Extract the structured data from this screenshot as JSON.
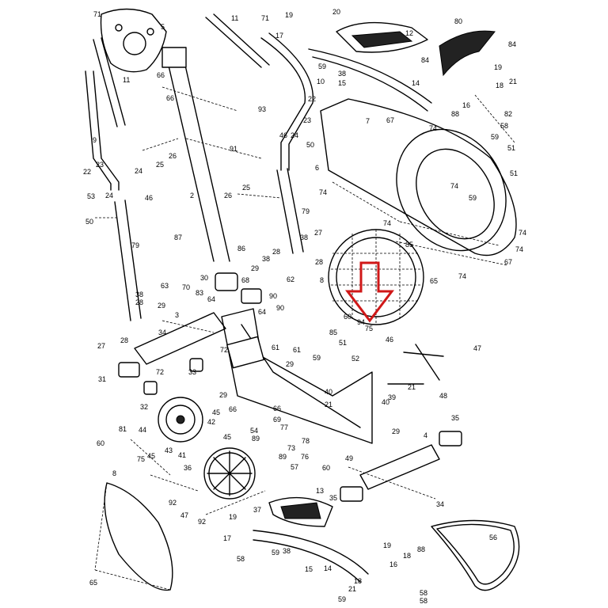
{
  "callout_labels": [
    {
      "text": "71"
    },
    {
      "text": "5"
    },
    {
      "text": "11"
    },
    {
      "text": "71"
    },
    {
      "text": "19"
    },
    {
      "text": "20"
    },
    {
      "text": "12"
    },
    {
      "text": "80"
    },
    {
      "text": "84"
    },
    {
      "text": "84"
    },
    {
      "text": "17"
    },
    {
      "text": "59"
    },
    {
      "text": "66"
    },
    {
      "text": "66"
    },
    {
      "text": "11"
    },
    {
      "text": "10"
    },
    {
      "text": "38"
    },
    {
      "text": "15"
    },
    {
      "text": "14"
    },
    {
      "text": "19"
    },
    {
      "text": "18"
    },
    {
      "text": "21"
    },
    {
      "text": "16"
    },
    {
      "text": "82"
    },
    {
      "text": "88"
    },
    {
      "text": "58"
    },
    {
      "text": "9"
    },
    {
      "text": "93"
    },
    {
      "text": "22"
    },
    {
      "text": "23"
    },
    {
      "text": "7"
    },
    {
      "text": "67"
    },
    {
      "text": "74"
    },
    {
      "text": "59"
    },
    {
      "text": "51"
    },
    {
      "text": "91"
    },
    {
      "text": "46"
    },
    {
      "text": "24"
    },
    {
      "text": "50"
    },
    {
      "text": "25"
    },
    {
      "text": "26"
    },
    {
      "text": "24"
    },
    {
      "text": "22"
    },
    {
      "text": "23"
    },
    {
      "text": "6"
    },
    {
      "text": "51"
    },
    {
      "text": "53"
    },
    {
      "text": "24"
    },
    {
      "text": "46"
    },
    {
      "text": "2"
    },
    {
      "text": "26"
    },
    {
      "text": "25"
    },
    {
      "text": "74"
    },
    {
      "text": "74"
    },
    {
      "text": "59"
    },
    {
      "text": "79"
    },
    {
      "text": "50"
    },
    {
      "text": "74"
    },
    {
      "text": "87"
    },
    {
      "text": "86"
    },
    {
      "text": "38"
    },
    {
      "text": "27"
    },
    {
      "text": "79"
    },
    {
      "text": "28"
    },
    {
      "text": "29"
    },
    {
      "text": "38"
    },
    {
      "text": "28"
    },
    {
      "text": "85"
    },
    {
      "text": "74"
    },
    {
      "text": "74"
    },
    {
      "text": "30"
    },
    {
      "text": "68"
    },
    {
      "text": "62"
    },
    {
      "text": "8"
    },
    {
      "text": "65"
    },
    {
      "text": "74"
    },
    {
      "text": "67"
    },
    {
      "text": "63"
    },
    {
      "text": "70"
    },
    {
      "text": "83"
    },
    {
      "text": "64"
    },
    {
      "text": "90"
    },
    {
      "text": "38"
    },
    {
      "text": "29"
    },
    {
      "text": "90"
    },
    {
      "text": "28"
    },
    {
      "text": "3"
    },
    {
      "text": "64"
    },
    {
      "text": "60"
    },
    {
      "text": "94"
    },
    {
      "text": "75"
    },
    {
      "text": "46"
    },
    {
      "text": "27"
    },
    {
      "text": "28"
    },
    {
      "text": "34"
    },
    {
      "text": "72"
    },
    {
      "text": "61"
    },
    {
      "text": "61"
    },
    {
      "text": "85"
    },
    {
      "text": "51"
    },
    {
      "text": "47"
    },
    {
      "text": "52"
    },
    {
      "text": "31"
    },
    {
      "text": "72"
    },
    {
      "text": "33"
    },
    {
      "text": "29"
    },
    {
      "text": "59"
    },
    {
      "text": "40"
    },
    {
      "text": "21"
    },
    {
      "text": "32"
    },
    {
      "text": "29"
    },
    {
      "text": "66"
    },
    {
      "text": "40"
    },
    {
      "text": "39"
    },
    {
      "text": "48"
    },
    {
      "text": "42"
    },
    {
      "text": "45"
    },
    {
      "text": "69"
    },
    {
      "text": "66"
    },
    {
      "text": "21"
    },
    {
      "text": "35"
    },
    {
      "text": "60"
    },
    {
      "text": "81"
    },
    {
      "text": "44"
    },
    {
      "text": "45"
    },
    {
      "text": "89"
    },
    {
      "text": "54"
    },
    {
      "text": "77"
    },
    {
      "text": "78"
    },
    {
      "text": "29"
    },
    {
      "text": "4"
    },
    {
      "text": "75"
    },
    {
      "text": "45"
    },
    {
      "text": "43"
    },
    {
      "text": "41"
    },
    {
      "text": "73"
    },
    {
      "text": "76"
    },
    {
      "text": "49"
    },
    {
      "text": "60"
    },
    {
      "text": "36"
    },
    {
      "text": "89"
    },
    {
      "text": "57"
    },
    {
      "text": "8"
    },
    {
      "text": "92"
    },
    {
      "text": "47"
    },
    {
      "text": "92"
    },
    {
      "text": "13"
    },
    {
      "text": "35"
    },
    {
      "text": "34"
    },
    {
      "text": "37"
    },
    {
      "text": "19"
    },
    {
      "text": "17"
    },
    {
      "text": "58"
    },
    {
      "text": "59"
    },
    {
      "text": "38"
    },
    {
      "text": "56"
    },
    {
      "text": "19"
    },
    {
      "text": "18"
    },
    {
      "text": "88"
    },
    {
      "text": "15"
    },
    {
      "text": "14"
    },
    {
      "text": "16"
    },
    {
      "text": "18"
    },
    {
      "text": "65"
    },
    {
      "text": "21"
    },
    {
      "text": "58"
    },
    {
      "text": "59"
    },
    {
      "text": "58"
    }
  ]
}
